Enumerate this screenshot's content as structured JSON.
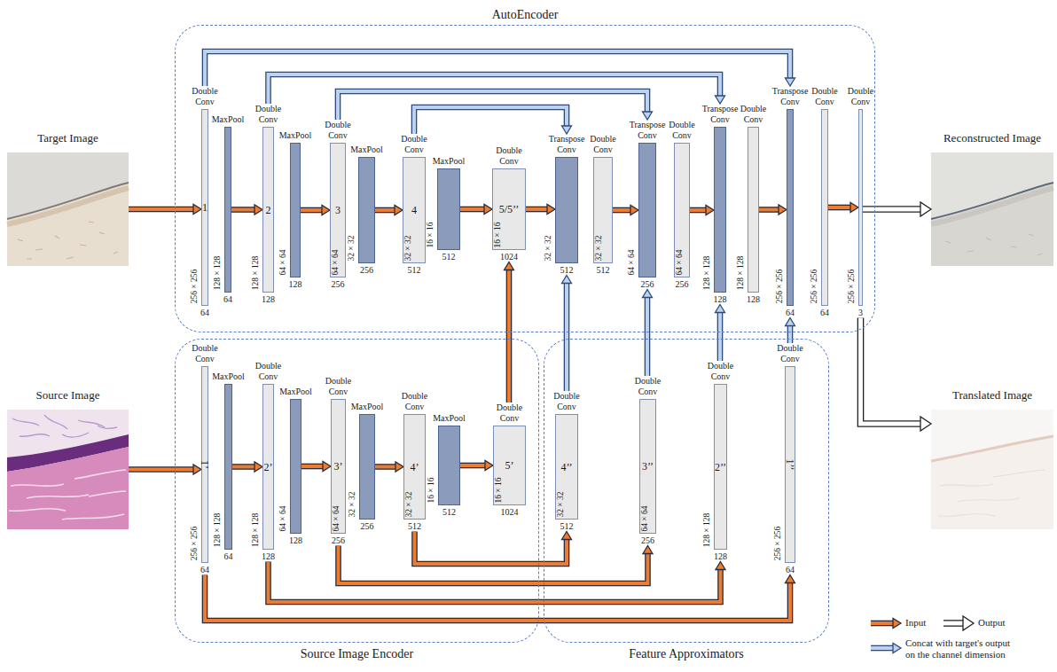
{
  "diagram": {
    "nodes": [
      {
        "text": [
          "Target Image"
        ]
      },
      {
        "text": [
          "AutoEncoder"
        ]
      },
      {
        "text": [
          "Double Conv",
          "1",
          "256 × 256",
          "64"
        ],
        "in": 1
      },
      {
        "text": [
          "MaxPool",
          "128 × 128",
          "64"
        ],
        "in": 1
      },
      {
        "text": [
          "Double Conv",
          "2",
          "128 × 128",
          "128"
        ],
        "in": 1
      },
      {
        "text": [
          "MaxPool",
          "64 × 64",
          "128"
        ],
        "in": 1
      },
      {
        "text": [
          "Double Conv",
          "3",
          "64 × 64",
          "256"
        ],
        "in": 1
      },
      {
        "text": [
          "MaxPool",
          "32 × 32",
          "256"
        ],
        "in": 1
      },
      {
        "text": [
          "Double Conv",
          "4",
          "32 × 32",
          "512"
        ],
        "in": 1
      },
      {
        "text": [
          "MaxPool",
          "16 × 16",
          "512"
        ],
        "in": 1
      },
      {
        "text": [
          "Double Conv",
          "5/5’’",
          "16 × 16",
          "1024"
        ],
        "in": 1
      },
      {
        "text": [
          "Transpose Conv",
          "32 × 32",
          "512"
        ],
        "in": 1
      },
      {
        "text": [
          "Double Conv",
          "32 × 32",
          "512"
        ],
        "in": 1
      },
      {
        "text": [
          "Transpose Conv",
          "64 × 64",
          "256"
        ],
        "in": 1
      },
      {
        "text": [
          "Double Conv",
          "64 × 64",
          "256"
        ],
        "in": 1
      },
      {
        "text": [
          "Transpose Conv",
          "128 × 128",
          "128"
        ],
        "in": 1
      },
      {
        "text": [
          "Double Conv",
          "128 × 128",
          "128"
        ],
        "in": 1
      },
      {
        "text": [
          "Transpose Conv",
          "256 × 256",
          "64"
        ],
        "in": 1
      },
      {
        "text": [
          "Double Conv",
          "256 × 256",
          "64"
        ],
        "in": 1
      },
      {
        "text": [
          "Double Conv",
          "256 × 256",
          "3"
        ],
        "in": 1
      },
      {
        "text": [
          "Reconstructed Image"
        ]
      },
      {
        "text": [
          "Source Image"
        ]
      },
      {
        "text": [
          "Source Image Encoder"
        ]
      },
      {
        "text": [
          "Double Conv",
          "1’",
          "256 × 256",
          "64"
        ],
        "in": 22
      },
      {
        "text": [
          "MaxPool",
          "128 × 128",
          "64"
        ],
        "in": 22
      },
      {
        "text": [
          "Double Conv",
          "2’",
          "128 × 128",
          "128"
        ],
        "in": 22
      },
      {
        "text": [
          "MaxPool",
          "64 × 64",
          "128"
        ],
        "in": 22
      },
      {
        "text": [
          "Double Conv",
          "3’",
          "64 × 64",
          "256"
        ],
        "in": 22
      },
      {
        "text": [
          "MaxPool",
          "32 × 32",
          "256"
        ],
        "in": 22
      },
      {
        "text": [
          "Double Conv",
          "4’",
          "32 × 32",
          "512"
        ],
        "in": 22
      },
      {
        "text": [
          "MaxPool",
          "16 × 16",
          "512"
        ],
        "in": 22
      },
      {
        "text": [
          "Double Conv",
          "5’",
          "16 × 16",
          "1024"
        ],
        "in": 22
      },
      {
        "text": [
          "Feature Approximators"
        ]
      },
      {
        "text": [
          "Double Conv",
          "4’’",
          "32 × 32",
          "512"
        ],
        "in": 32
      },
      {
        "text": [
          "Double Conv",
          "3’’",
          "64 × 64",
          "256"
        ],
        "in": 32
      },
      {
        "text": [
          "Double Conv",
          "2’’",
          "128 × 128",
          "128"
        ],
        "in": 32
      },
      {
        "text": [
          "Double Conv",
          "1’’",
          "256 × 256",
          "64"
        ],
        "in": 32
      },
      {
        "text": [
          "Translated Image"
        ]
      }
    ],
    "edges": [
      {
        "from": 0,
        "to": 2,
        "arrow": "to"
      },
      {
        "from": 3,
        "to": 4,
        "arrow": "to"
      },
      {
        "from": 5,
        "to": 6,
        "arrow": "to"
      },
      {
        "from": 7,
        "to": 8,
        "arrow": "to"
      },
      {
        "from": 9,
        "to": 10,
        "arrow": "to"
      },
      {
        "from": 10,
        "to": 11,
        "arrow": "to"
      },
      {
        "from": 12,
        "to": 13,
        "arrow": "to"
      },
      {
        "from": 14,
        "to": 15,
        "arrow": "to"
      },
      {
        "from": 16,
        "to": 17,
        "arrow": "to"
      },
      {
        "from": 18,
        "to": 19,
        "arrow": "to"
      },
      {
        "from": 2,
        "to": 17,
        "arrow": "to"
      },
      {
        "from": 4,
        "to": 15,
        "arrow": "to"
      },
      {
        "from": 6,
        "to": 13,
        "arrow": "to"
      },
      {
        "from": 8,
        "to": 11,
        "arrow": "to"
      },
      {
        "from": 19,
        "to": 20,
        "arrow": "to"
      },
      {
        "from": 19,
        "to": 37,
        "arrow": "to"
      },
      {
        "from": 21,
        "to": 23,
        "arrow": "to"
      },
      {
        "from": 24,
        "to": 25,
        "arrow": "to"
      },
      {
        "from": 26,
        "to": 27,
        "arrow": "to"
      },
      {
        "from": 28,
        "to": 29,
        "arrow": "to"
      },
      {
        "from": 30,
        "to": 31,
        "arrow": "to"
      },
      {
        "from": 31,
        "to": 10,
        "arrow": "to"
      },
      {
        "from": 29,
        "to": 33,
        "arrow": "to"
      },
      {
        "from": 27,
        "to": 34,
        "arrow": "to"
      },
      {
        "from": 25,
        "to": 35,
        "arrow": "to"
      },
      {
        "from": 23,
        "to": 36,
        "arrow": "to"
      },
      {
        "from": 33,
        "to": 11,
        "arrow": "to"
      },
      {
        "from": 34,
        "to": 13,
        "arrow": "to"
      },
      {
        "from": 35,
        "to": 15,
        "arrow": "to"
      },
      {
        "from": 36,
        "to": 17,
        "arrow": "to"
      }
    ],
    "legend": [
      {
        "text": "Input"
      },
      {
        "text": "Output"
      },
      {
        "text": "Concat with target's output on the channel dimension"
      }
    ]
  }
}
